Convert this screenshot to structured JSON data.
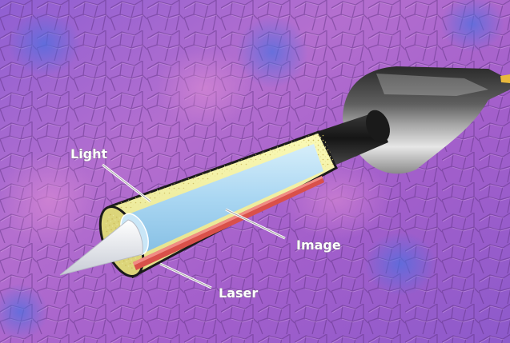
{
  "diagram": {
    "labels": {
      "light": "Light",
      "image": "Image",
      "laser": "Laser"
    },
    "colors": {
      "background_purple": "#9a62c9",
      "background_pink": "#c57bcf",
      "background_blue": "#5b66cf",
      "outer_sheath": "#f2f09a",
      "image_channel": "#a9d6f2",
      "laser_fiber": "#d9504a",
      "probe_handle": "#2b2b2b",
      "tip": "#f4f6f8"
    }
  }
}
